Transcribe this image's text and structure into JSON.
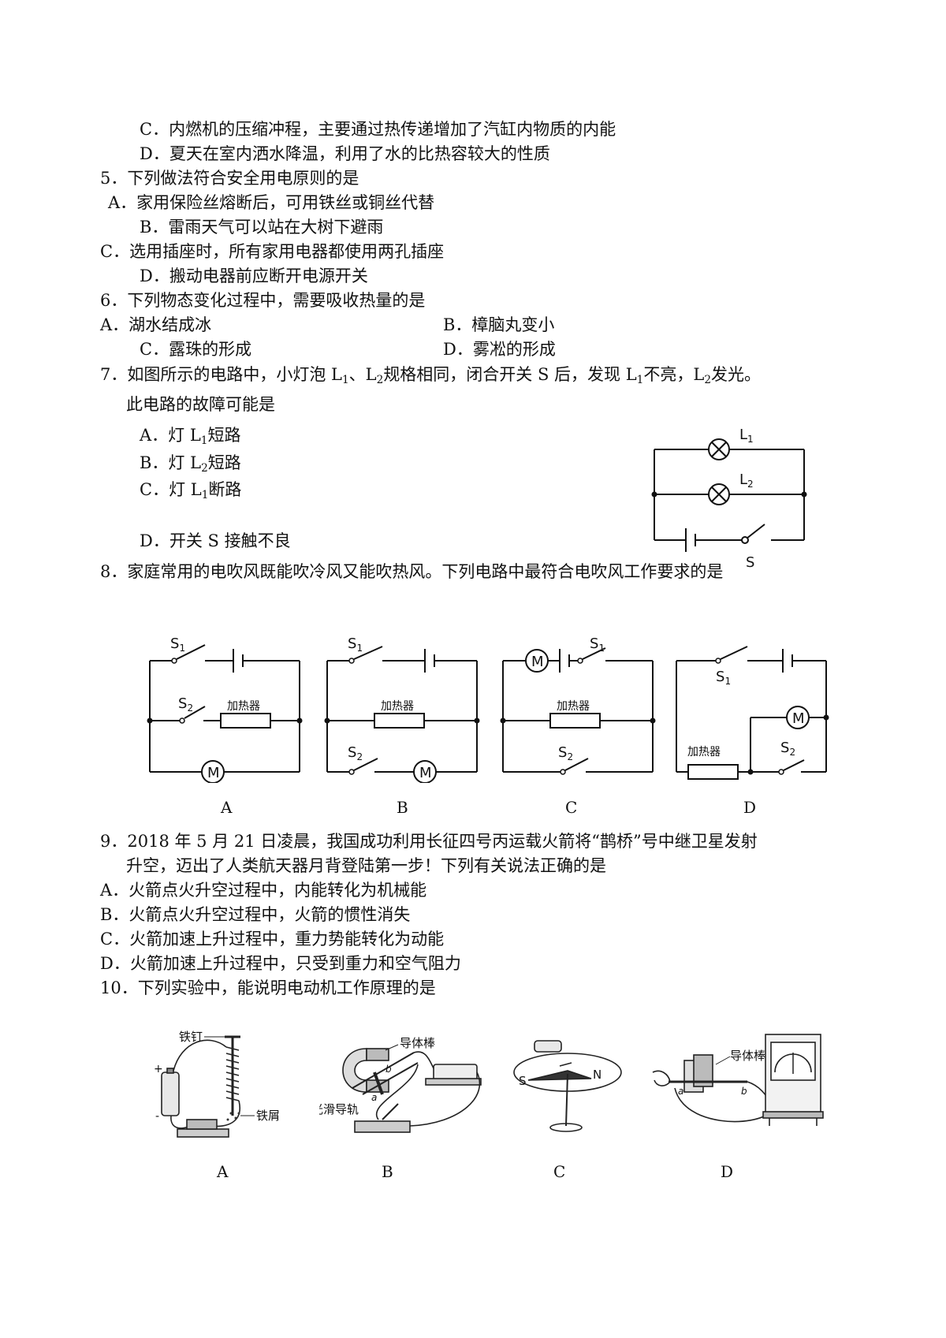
{
  "q4": {
    "optC": "C．内燃机的压缩冲程，主要通过热传递增加了汽缸内物质的内能",
    "optD": "D．夏天在室内洒水降温，利用了水的比热容较大的性质"
  },
  "q5": {
    "stem": "5．下列做法符合安全用电原则的是",
    "optA": "A．家用保险丝熔断后，可用铁丝或铜丝代替",
    "optB": "B．雷雨天气可以站在大树下避雨",
    "optC": "C．选用插座时，所有家用电器都使用两孔插座",
    "optD": "D．搬动电器前应断开电源开关"
  },
  "q6": {
    "stem": "6．下列物态变化过程中，需要吸收热量的是",
    "optA": "A．湖水结成冰",
    "optB": "B．樟脑丸变小",
    "optC": "C．露珠的形成",
    "optD": "D．雾凇的形成"
  },
  "q7": {
    "stem_pre": "7．如图所示的电路中，小灯泡 L",
    "stem_mid1": "、L",
    "stem_mid2": "规格相同，闭合开关 S 后，发现 L",
    "stem_mid3": "不亮，L",
    "stem_post": "发光。",
    "stem_line2": "此电路的故障可能是",
    "sub1": "1",
    "sub2": "2",
    "optA_pre": "A．灯 L",
    "optA_post": "短路",
    "optB_pre": "B．灯 L",
    "optB_post": "短路",
    "optC_pre": "C．灯 L",
    "optC_post": "断路",
    "optD": "D．开关 S 接触不良",
    "fig": {
      "L1": "L",
      "L2": "L",
      "S": "S"
    }
  },
  "q8": {
    "stem": "8．家庭常用的电吹风既能吹冷风又能吹热风。下列电路中最符合电吹风工作要求的是",
    "heater": "加热器",
    "motor": "M",
    "s": "S",
    "labels": [
      "A",
      "B",
      "C",
      "D"
    ]
  },
  "q9": {
    "stem1": "9．2018 年 5 月 21 日凌晨，我国成功利用长征四号丙运载火箭将“鹊桥”号中继卫星发射",
    "stem2": "升空，迈出了人类航天器月背登陆第一步！下列有关说法正确的是",
    "optA": "A．火箭点火升空过程中，内能转化为机械能",
    "optB": "B．火箭点火升空过程中，火箭的惯性消失",
    "optC": "C．火箭加速上升过程中，重力势能转化为动能",
    "optD": "D．火箭加速上升过程中，只受到重力和空气阻力"
  },
  "q10": {
    "stem": "10．下列实验中，能说明电动机工作原理的是",
    "figA": {
      "nail": "铁钉",
      "filings": "铁屑",
      "plus": "+",
      "minus": "-"
    },
    "figB": {
      "rod": "导体棒",
      "rail": "光滑导轨",
      "a": "a",
      "b": "b"
    },
    "figC": {
      "n": "N",
      "s": "S"
    },
    "figD": {
      "rod": "导体棒",
      "a": "a",
      "b": "b"
    },
    "labels": [
      "A",
      "B",
      "C",
      "D"
    ]
  }
}
